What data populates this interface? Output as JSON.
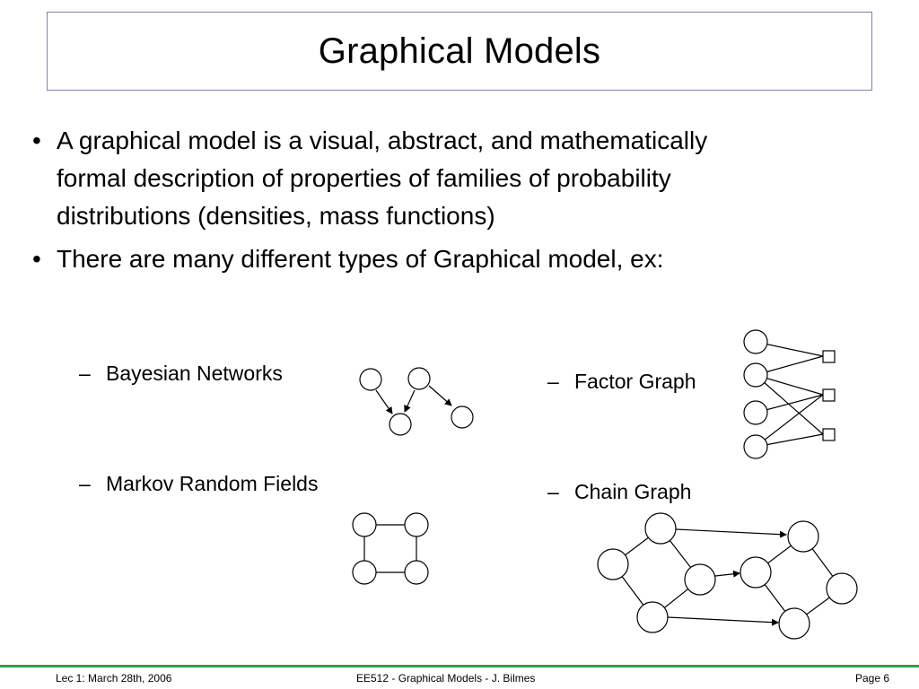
{
  "title": "Graphical Models",
  "bullets": [
    {
      "marker": "•",
      "lines": [
        "A graphical model is a visual, abstract, and mathematically",
        "formal description of properties of families of probability",
        "distributions (densities, mass functions)"
      ]
    },
    {
      "marker": "•",
      "lines": [
        "There are many different types of Graphical model, ex:"
      ]
    }
  ],
  "sub_items": {
    "dash": "–",
    "bayesian": "Bayesian Networks",
    "markov": "Markov Random Fields",
    "factor": "Factor Graph",
    "chain": "Chain Graph"
  },
  "footer": {
    "left": "Lec 1: March 28th, 2006",
    "center": "EE512 - Graphical Models - J. Bilmes",
    "right": "Page 6"
  },
  "colors": {
    "title_border": "#8080b0",
    "footer_rule": "#3a9b3a"
  }
}
